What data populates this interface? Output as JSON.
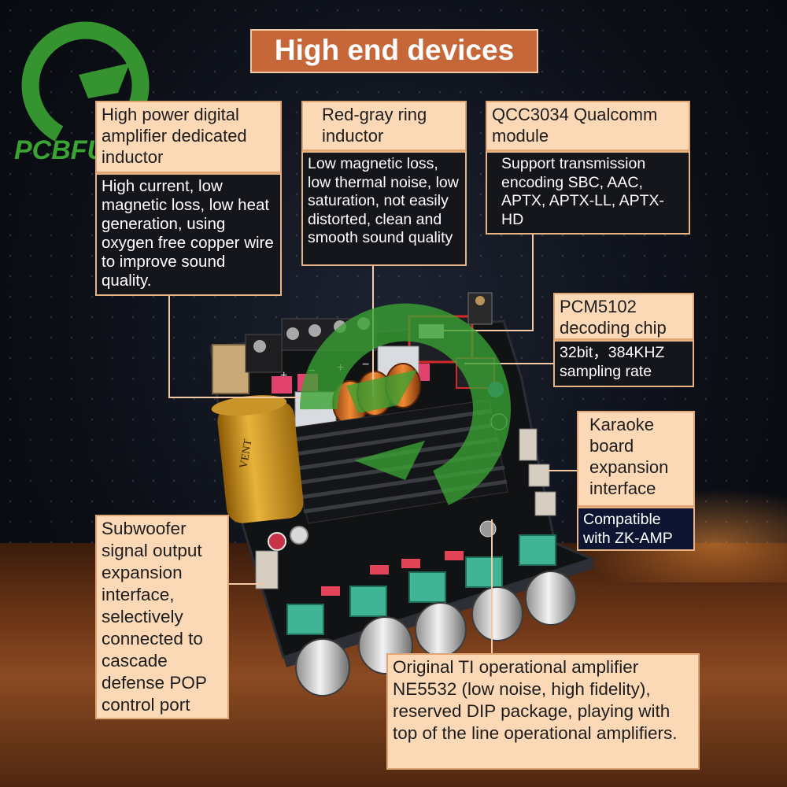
{
  "title": "High end devices",
  "logo": {
    "text": "PCBFUN",
    "color": "#3aa334"
  },
  "colors": {
    "accent": "#c6673a",
    "label_bg": "#fbd8b6",
    "desc_bg": "#14161b",
    "watermark": "#3aa334"
  },
  "callouts": {
    "inductor": {
      "title": "High power digital amplifier dedicated inductor",
      "desc": "High current, low magnetic loss, low heat generation, using oxygen free copper wire to improve sound quality."
    },
    "ring_inductor": {
      "title": "Red-gray ring inductor",
      "desc": "Low magnetic loss, low thermal noise, low saturation, not easily distorted, clean and smooth sound quality"
    },
    "qcc": {
      "title": "QCC3034 Qualcomm module",
      "desc": "Support transmission encoding SBC, AAC, APTX, APTX-LL, APTX-HD"
    },
    "pcm": {
      "title": "PCM5102 decoding chip",
      "desc": "32bit，384KHZ sampling rate"
    },
    "karaoke": {
      "title": "Karaoke board expansion interface",
      "desc": "Compatible with ZK-AMP"
    },
    "subwoofer": {
      "title": "Subwoofer signal output expansion interface, selectively connected to cascade defense POP control port"
    },
    "opamp": {
      "title": "Original TI operational amplifier NE5532 (low noise, high fidelity), reserved DIP package, playing with top of the line operational amplifiers."
    }
  },
  "board": {
    "capacitor_text": "VENT",
    "terminal_signs": [
      "+",
      "−",
      "+",
      "−"
    ]
  }
}
